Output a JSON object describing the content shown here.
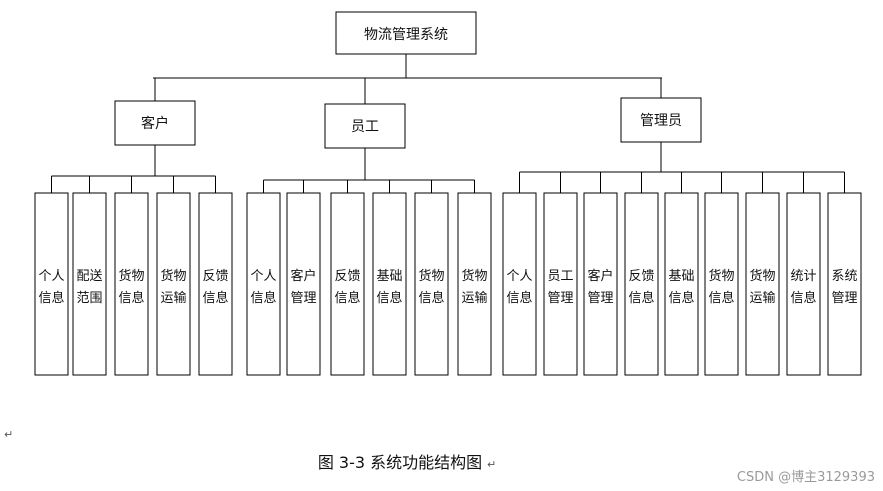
{
  "root": {
    "label": "物流管理系统"
  },
  "groups": [
    {
      "label": "客户",
      "leaves": [
        [
          "个人",
          "信息"
        ],
        [
          "配送",
          "范围"
        ],
        [
          "货物",
          "信息"
        ],
        [
          "货物",
          "运输"
        ],
        [
          "反馈",
          "信息"
        ]
      ]
    },
    {
      "label": "员工",
      "leaves": [
        [
          "个人",
          "信息"
        ],
        [
          "客户",
          "管理"
        ],
        [
          "反馈",
          "信息"
        ],
        [
          "基础",
          "信息"
        ],
        [
          "货物",
          "信息"
        ],
        [
          "货物",
          "运输"
        ]
      ]
    },
    {
      "label": "管理员",
      "leaves": [
        [
          "个人",
          "信息"
        ],
        [
          "员工",
          "管理"
        ],
        [
          "客户",
          "管理"
        ],
        [
          "反馈",
          "信息"
        ],
        [
          "基础",
          "信息"
        ],
        [
          "货物",
          "信息"
        ],
        [
          "货物",
          "运输"
        ],
        [
          "统计",
          "信息"
        ],
        [
          "系统",
          "管理"
        ]
      ]
    }
  ],
  "caption": "图 3-3  系统功能结构图",
  "paragraph_mark": "↵",
  "watermark": "CSDN @博主3129393"
}
